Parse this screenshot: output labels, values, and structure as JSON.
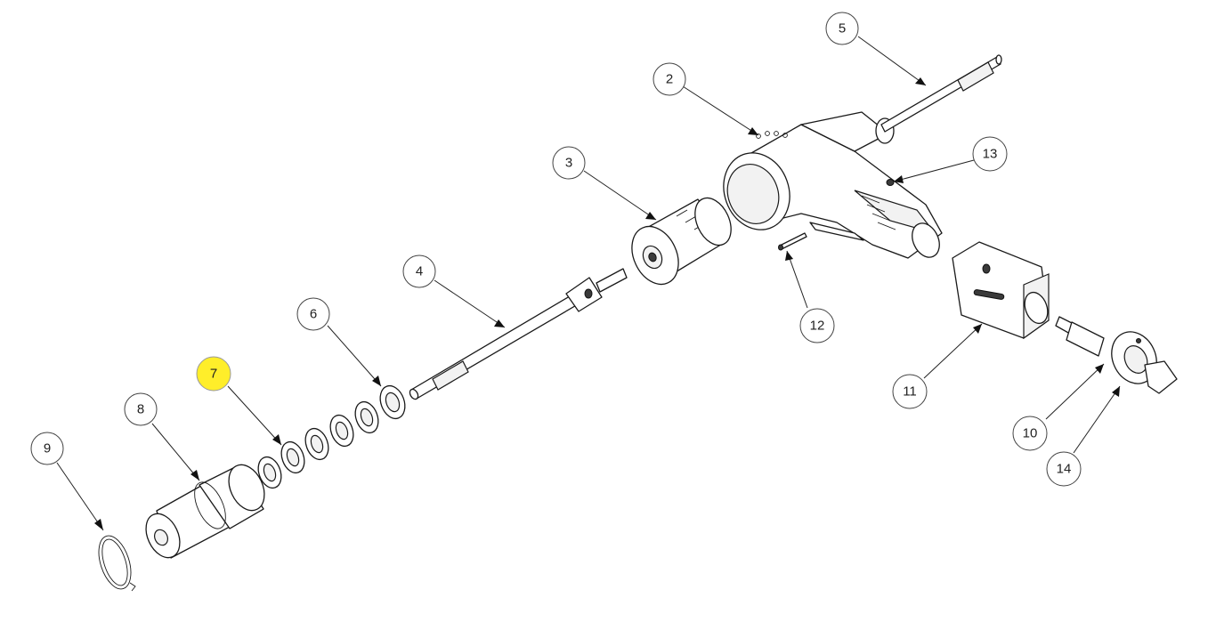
{
  "diagram": {
    "type": "exploded-parts-view",
    "highlight_color": "#ffee2a",
    "callouts": [
      {
        "id": "c1",
        "label": "2",
        "highlighted": false
      },
      {
        "id": "c2",
        "label": "3",
        "highlighted": false
      },
      {
        "id": "c3",
        "label": "4",
        "highlighted": false
      },
      {
        "id": "c4",
        "label": "5",
        "highlighted": false
      },
      {
        "id": "c5",
        "label": "6",
        "highlighted": false
      },
      {
        "id": "c6",
        "label": "7",
        "highlighted": true
      },
      {
        "id": "c7",
        "label": "8",
        "highlighted": false
      },
      {
        "id": "c8",
        "label": "9",
        "highlighted": false
      },
      {
        "id": "c9",
        "label": "10",
        "highlighted": false
      },
      {
        "id": "c10",
        "label": "11",
        "highlighted": false
      },
      {
        "id": "c11",
        "label": "12",
        "highlighted": false
      },
      {
        "id": "c12",
        "label": "13",
        "highlighted": false
      },
      {
        "id": "c13",
        "label": "14",
        "highlighted": false
      }
    ]
  }
}
